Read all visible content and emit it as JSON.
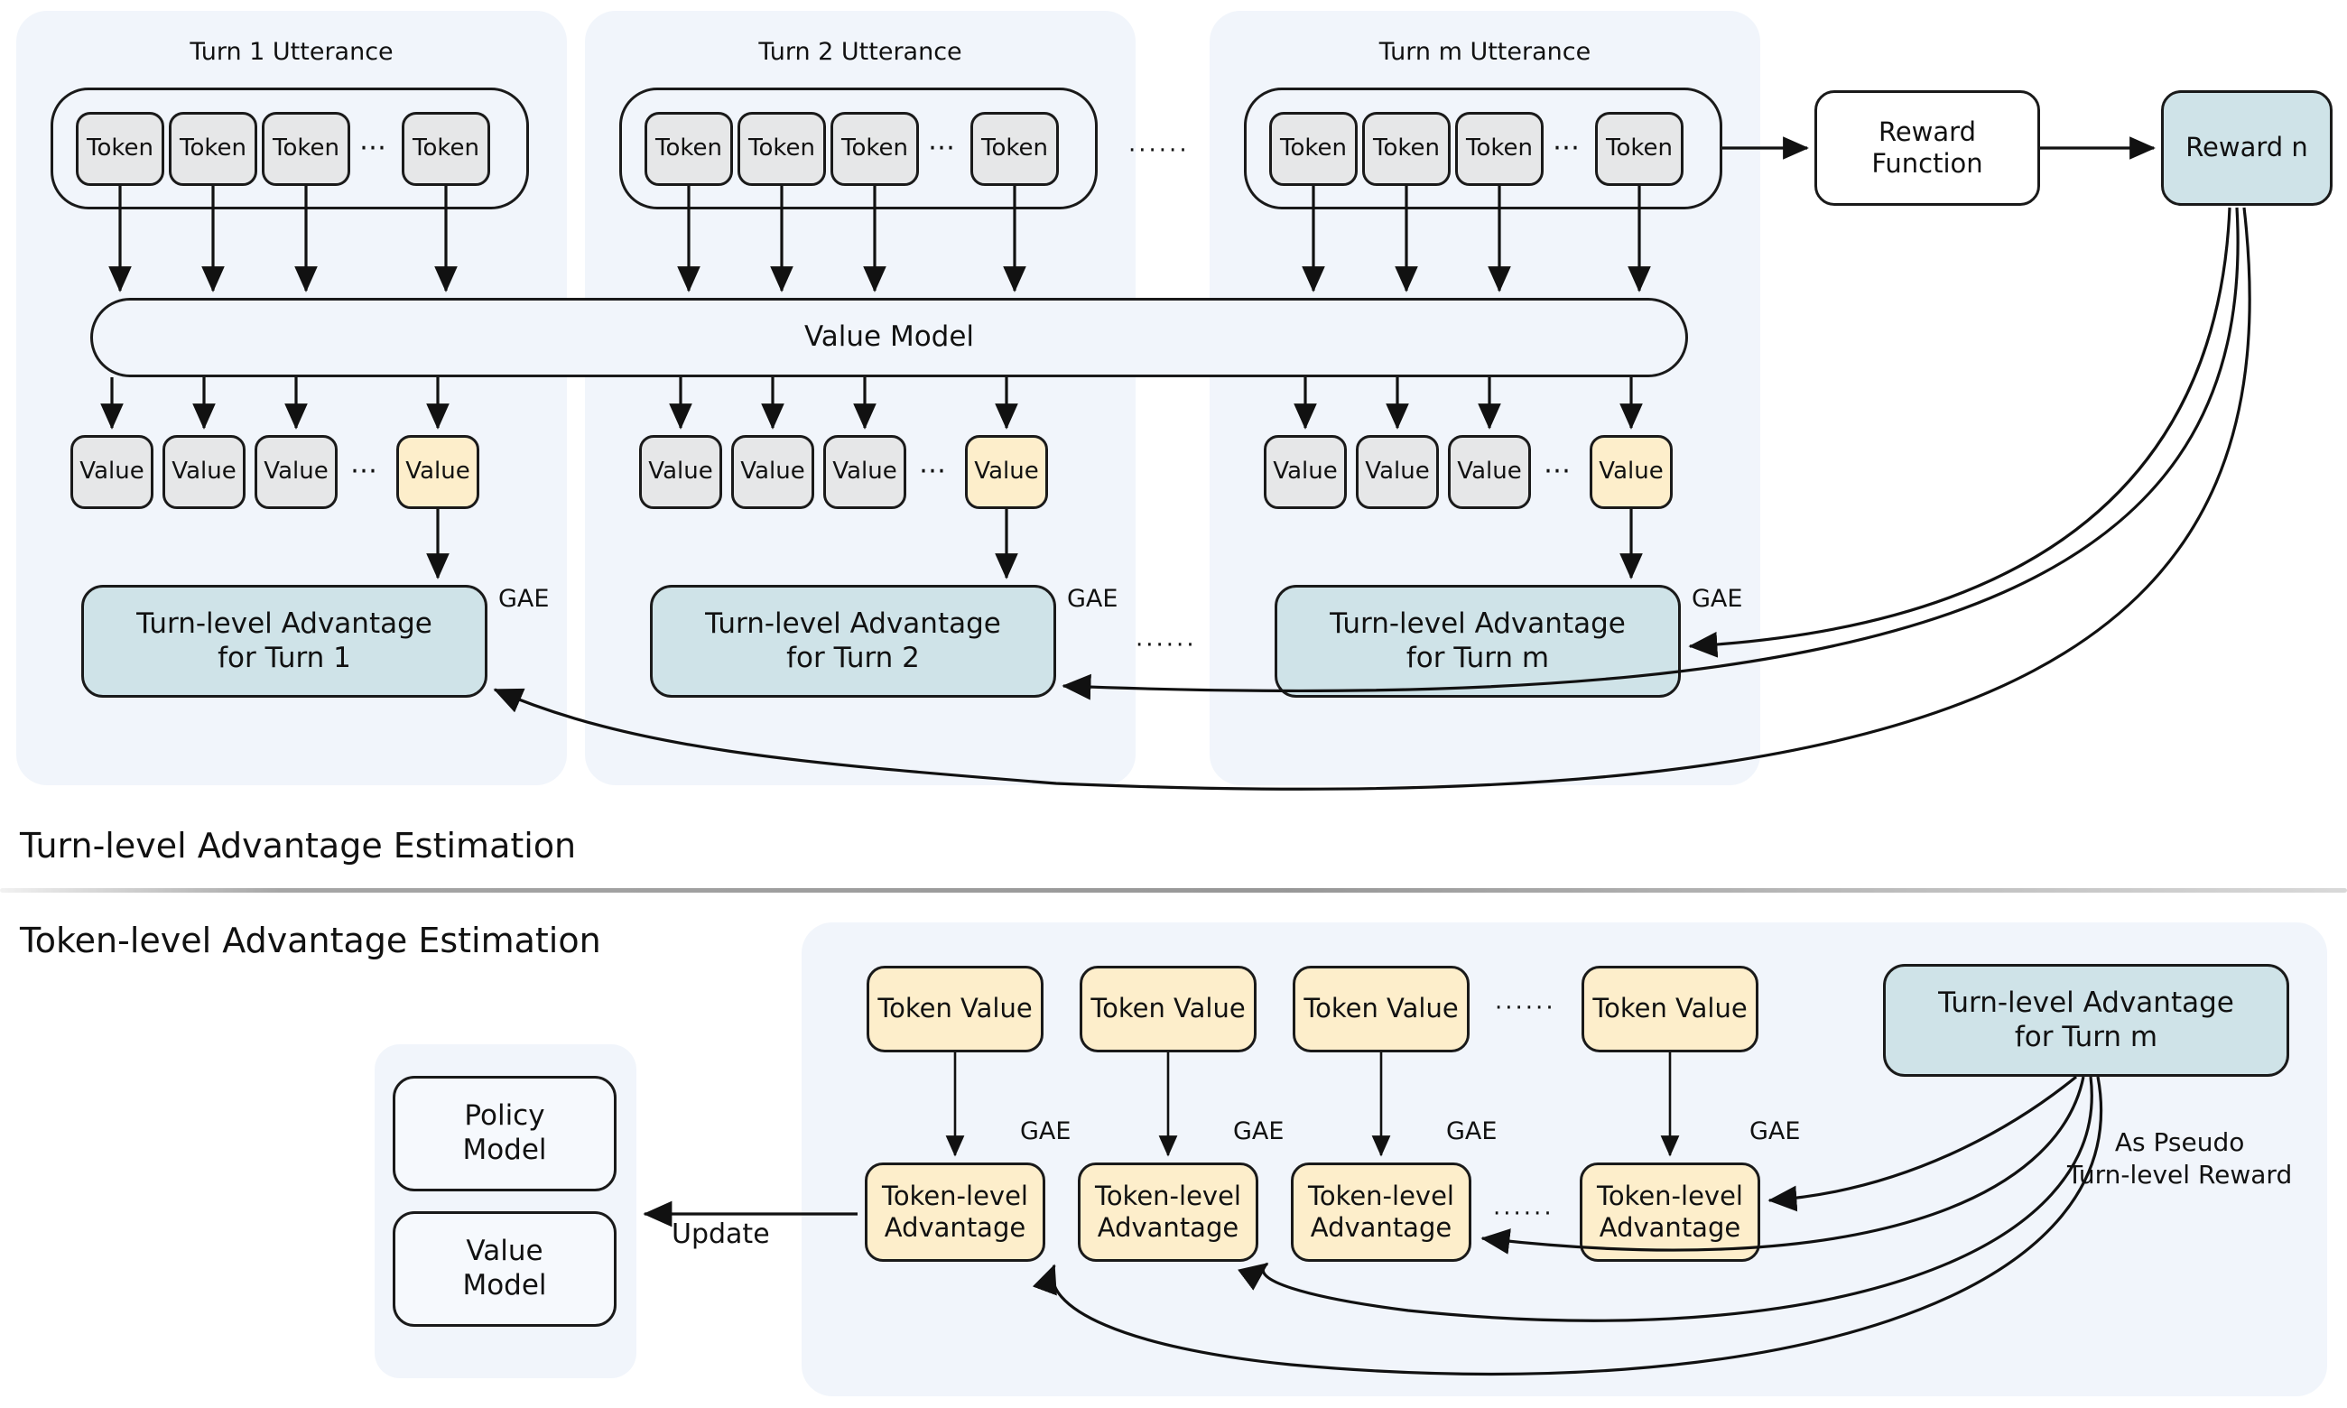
{
  "sections": [
    {
      "id": "turn_level",
      "title": "Turn-level Advantage Estimation"
    },
    {
      "id": "token_level",
      "title": "Token-level Advantage Estimation"
    }
  ],
  "turn_panels": [
    {
      "title": "Turn 1 Utterance",
      "tokens": [
        "Token",
        "Token",
        "Token",
        "Token"
      ],
      "token_ellipsis": "⋯",
      "values": [
        "Value",
        "Value",
        "Value",
        "Value"
      ],
      "value_ellipsis": "⋯",
      "advantage": "Turn-level Advantage\nfor Turn 1",
      "advantage_line1": "Turn-level Advantage",
      "advantage_line2": "for Turn 1",
      "gae": "GAE"
    },
    {
      "title": "Turn 2 Utterance",
      "tokens": [
        "Token",
        "Token",
        "Token",
        "Token"
      ],
      "token_ellipsis": "⋯",
      "values": [
        "Value",
        "Value",
        "Value",
        "Value"
      ],
      "value_ellipsis": "⋯",
      "advantage_line1": "Turn-level Advantage",
      "advantage_line2": "for Turn 2",
      "gae": "GAE"
    },
    {
      "title": "Turn m Utterance",
      "tokens": [
        "Token",
        "Token",
        "Token",
        "Token"
      ],
      "token_ellipsis": "⋯",
      "values": [
        "Value",
        "Value",
        "Value",
        "Value"
      ],
      "value_ellipsis": "⋯",
      "advantage_line1": "Turn-level Advantage",
      "advantage_line2": "for Turn m",
      "gae": "GAE"
    }
  ],
  "value_model_bar": {
    "label": "Value Model"
  },
  "reward_function": {
    "line1": "Reward",
    "line2": "Function"
  },
  "reward_n": {
    "label": "Reward n"
  },
  "inter_panel_ellipsis": "······",
  "advantage_row_ellipsis": "······",
  "token_section": {
    "token_values": [
      "Token Value",
      "Token Value",
      "Token Value",
      "Token Value"
    ],
    "token_value_ellipsis": "······",
    "token_advantages": [
      {
        "line1": "Token-level",
        "line2": "Advantage"
      },
      {
        "line1": "Token-level",
        "line2": "Advantage"
      },
      {
        "line1": "Token-level",
        "line2": "Advantage"
      },
      {
        "line1": "Token-level",
        "line2": "Advantage"
      }
    ],
    "token_advantage_ellipsis": "······",
    "gae_labels": [
      "GAE",
      "GAE",
      "GAE",
      "GAE"
    ],
    "turn_advantage": {
      "line1": "Turn-level Advantage",
      "line2": "for Turn m"
    },
    "pseudo_note": {
      "line1": "As Pseudo",
      "line2": "Turn-level Reward"
    },
    "models": [
      {
        "line1": "Policy",
        "line2": "Model"
      },
      {
        "line1": "Value",
        "line2": "Model"
      }
    ],
    "update_label": "Update"
  },
  "colors": {
    "panel_bg": "#f1f5fb",
    "token_gray": "#e6e7e8",
    "highlight_yellow": "#fdeecb",
    "teal": "#cfe3e8",
    "stroke": "#1a1a1a",
    "white": "#ffffff"
  }
}
